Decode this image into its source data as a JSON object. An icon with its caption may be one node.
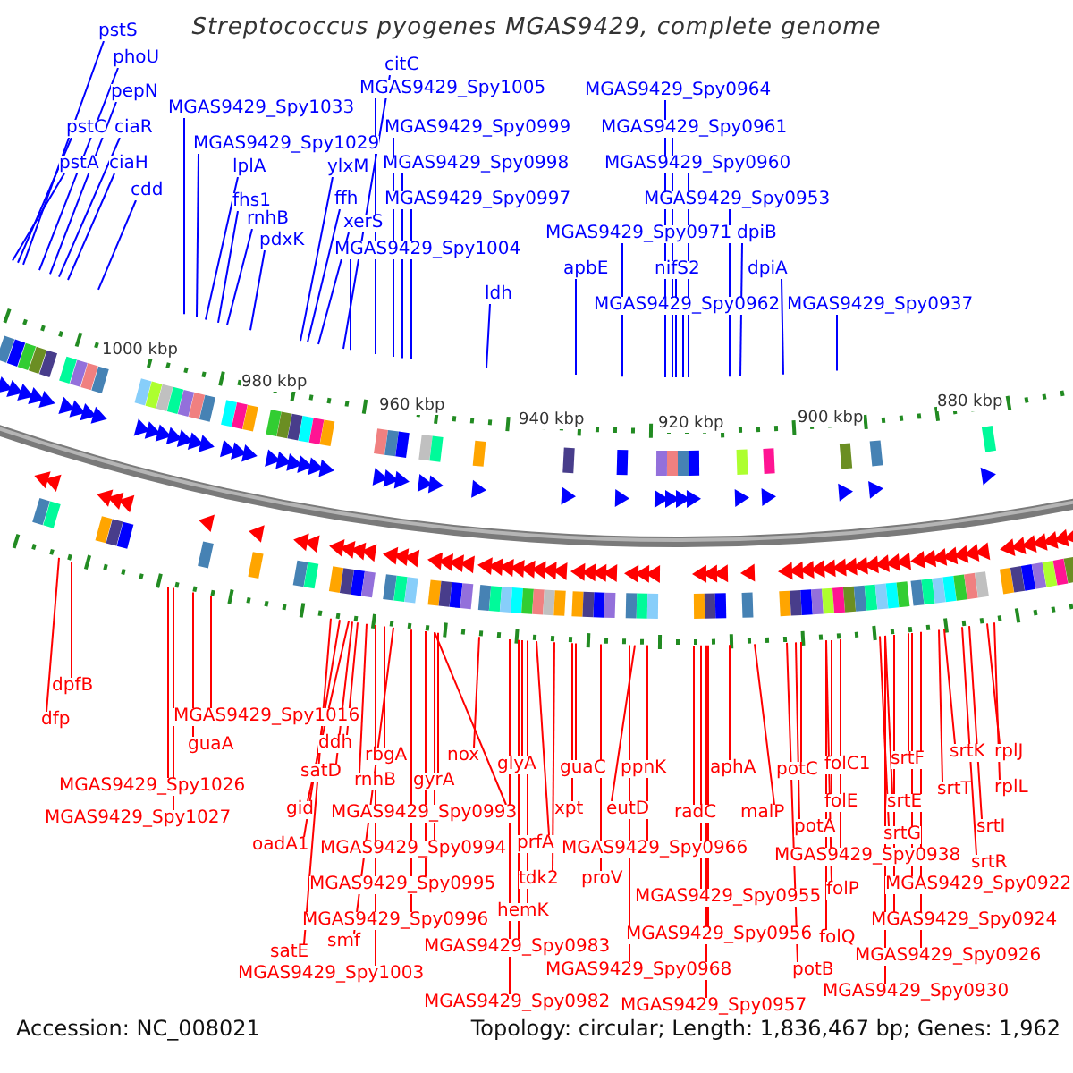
{
  "diagram": {
    "title": "Streptococcus pyogenes MGAS9429, complete genome",
    "nodes": [
      {
        "text": [
          "pstS"
        ]
      },
      {
        "text": [
          "phoU"
        ]
      },
      {
        "text": [
          "pepN"
        ]
      },
      {
        "text": [
          "pstC"
        ]
      },
      {
        "text": [
          "ciaR"
        ]
      },
      {
        "text": [
          "pstA"
        ]
      },
      {
        "text": [
          "ciaH"
        ]
      },
      {
        "text": [
          "cdd"
        ]
      },
      {
        "text": [
          "MGAS9429_Spy1033"
        ]
      },
      {
        "text": [
          "MGAS9429_Spy1029"
        ]
      },
      {
        "text": [
          "lplA"
        ]
      },
      {
        "text": [
          "fhs1"
        ]
      },
      {
        "text": [
          "rnhB"
        ]
      },
      {
        "text": [
          "pdxK"
        ]
      },
      {
        "text": [
          "ylxM"
        ]
      },
      {
        "text": [
          "ffh"
        ]
      },
      {
        "text": [
          "xerS"
        ]
      },
      {
        "text": [
          "citC"
        ]
      },
      {
        "text": [
          "MGAS9429_Spy1005"
        ]
      },
      {
        "text": [
          "MGAS9429_Spy0999"
        ]
      },
      {
        "text": [
          "MGAS9429_Spy0998"
        ]
      },
      {
        "text": [
          "MGAS9429_Spy0997"
        ]
      },
      {
        "text": [
          "MGAS9429_Spy1004"
        ]
      },
      {
        "text": [
          "ldh"
        ]
      },
      {
        "text": [
          "MGAS9429_Spy0964"
        ]
      },
      {
        "text": [
          "MGAS9429_Spy0961"
        ]
      },
      {
        "text": [
          "MGAS9429_Spy0960"
        ]
      },
      {
        "text": [
          "MGAS9429_Spy0953"
        ]
      },
      {
        "text": [
          "MGAS9429_Spy0971"
        ]
      },
      {
        "text": [
          "dpiB"
        ]
      },
      {
        "text": [
          "apbE"
        ]
      },
      {
        "text": [
          "nifS2"
        ]
      },
      {
        "text": [
          "dpiA"
        ]
      },
      {
        "text": [
          "MGAS9429_Spy0962"
        ]
      },
      {
        "text": [
          "MGAS9429_Spy0937"
        ]
      },
      {
        "text": [
          "dpfB"
        ]
      },
      {
        "text": [
          "dfp"
        ]
      },
      {
        "text": [
          "MGAS9429_Spy1016"
        ]
      },
      {
        "text": [
          "guaA"
        ]
      },
      {
        "text": [
          "MGAS9429_Spy1026"
        ]
      },
      {
        "text": [
          "MGAS9429_Spy1027"
        ]
      },
      {
        "text": [
          "ddh"
        ]
      },
      {
        "text": [
          "satD"
        ]
      },
      {
        "text": [
          "rbgA"
        ]
      },
      {
        "text": [
          "nox"
        ]
      },
      {
        "text": [
          "rnhB"
        ]
      },
      {
        "text": [
          "gyrA"
        ]
      },
      {
        "text": [
          "gid"
        ]
      },
      {
        "text": [
          "MGAS9429_Spy0993"
        ]
      },
      {
        "text": [
          "oadA1"
        ]
      },
      {
        "text": [
          "MGAS9429_Spy0994"
        ]
      },
      {
        "text": [
          "MGAS9429_Spy0995"
        ]
      },
      {
        "text": [
          "MGAS9429_Spy0996"
        ]
      },
      {
        "text": [
          "smf"
        ]
      },
      {
        "text": [
          "satE"
        ]
      },
      {
        "text": [
          "MGAS9429_Spy1003"
        ]
      },
      {
        "text": [
          "glyA"
        ]
      },
      {
        "text": [
          "guaC"
        ]
      },
      {
        "text": [
          "ppnK"
        ]
      },
      {
        "text": [
          "aphA"
        ]
      },
      {
        "text": [
          "xpt"
        ]
      },
      {
        "text": [
          "eutD"
        ]
      },
      {
        "text": [
          "radC"
        ]
      },
      {
        "text": [
          "malP"
        ]
      },
      {
        "text": [
          "prfA"
        ]
      },
      {
        "text": [
          "MGAS9429_Spy0966"
        ]
      },
      {
        "text": [
          "tdk2"
        ]
      },
      {
        "text": [
          "proV"
        ]
      },
      {
        "text": [
          "hemK"
        ]
      },
      {
        "text": [
          "MGAS9429_Spy0955"
        ]
      },
      {
        "text": [
          "MGAS9429_Spy0983"
        ]
      },
      {
        "text": [
          "MGAS9429_Spy0956"
        ]
      },
      {
        "text": [
          "MGAS9429_Spy0968"
        ]
      },
      {
        "text": [
          "MGAS9429_Spy0982"
        ]
      },
      {
        "text": [
          "MGAS9429_Spy0957"
        ]
      },
      {
        "text": [
          "potC"
        ]
      },
      {
        "text": [
          "folC1"
        ]
      },
      {
        "text": [
          "folE"
        ]
      },
      {
        "text": [
          "srtF"
        ]
      },
      {
        "text": [
          "srtE"
        ]
      },
      {
        "text": [
          "srtK"
        ]
      },
      {
        "text": [
          "srtT"
        ]
      },
      {
        "text": [
          "rplJ"
        ]
      },
      {
        "text": [
          "rplL"
        ]
      },
      {
        "text": [
          "potA"
        ]
      },
      {
        "text": [
          "srtG"
        ]
      },
      {
        "text": [
          "srtI"
        ]
      },
      {
        "text": [
          "MGAS9429_Spy0938"
        ]
      },
      {
        "text": [
          "srtR"
        ]
      },
      {
        "text": [
          "MGAS9429_Spy0922"
        ]
      },
      {
        "text": [
          "folP"
        ]
      },
      {
        "text": [
          "MGAS9429_Spy0924"
        ]
      },
      {
        "text": [
          "folQ"
        ]
      },
      {
        "text": [
          "MGAS9429_Spy0926"
        ]
      },
      {
        "text": [
          "potB"
        ]
      },
      {
        "text": [
          "MGAS9429_Spy0930"
        ]
      }
    ],
    "edges": [
      {
        "from": 0,
        "to": null,
        "arrow": "none",
        "color": "#0000ff"
      },
      {
        "from": 1,
        "to": null,
        "arrow": "none",
        "color": "#0000ff"
      },
      {
        "from": 2,
        "to": null,
        "arrow": "none",
        "color": "#0000ff"
      },
      {
        "from": 3,
        "to": null,
        "arrow": "none",
        "color": "#0000ff"
      },
      {
        "from": 4,
        "to": null,
        "arrow": "none",
        "color": "#0000ff"
      },
      {
        "from": 5,
        "to": null,
        "arrow": "none",
        "color": "#0000ff"
      },
      {
        "from": 6,
        "to": null,
        "arrow": "none",
        "color": "#0000ff"
      },
      {
        "from": 7,
        "to": null,
        "arrow": "none",
        "color": "#0000ff"
      },
      {
        "from": 8,
        "to": null,
        "arrow": "none",
        "color": "#0000ff"
      },
      {
        "from": 9,
        "to": null,
        "arrow": "none",
        "color": "#0000ff"
      },
      {
        "from": 10,
        "to": null,
        "arrow": "none",
        "color": "#0000ff"
      },
      {
        "from": 11,
        "to": null,
        "arrow": "none",
        "color": "#0000ff"
      },
      {
        "from": 12,
        "to": null,
        "arrow": "none",
        "color": "#0000ff"
      },
      {
        "from": 13,
        "to": null,
        "arrow": "none",
        "color": "#0000ff"
      },
      {
        "from": 14,
        "to": null,
        "arrow": "none",
        "color": "#0000ff"
      },
      {
        "from": 15,
        "to": null,
        "arrow": "none",
        "color": "#0000ff"
      },
      {
        "from": 16,
        "to": null,
        "arrow": "none",
        "color": "#0000ff"
      },
      {
        "from": 17,
        "to": null,
        "arrow": "none",
        "color": "#0000ff"
      },
      {
        "from": 18,
        "to": null,
        "arrow": "none",
        "color": "#0000ff"
      },
      {
        "from": 19,
        "to": null,
        "arrow": "none",
        "color": "#0000ff"
      },
      {
        "from": 20,
        "to": null,
        "arrow": "none",
        "color": "#0000ff"
      },
      {
        "from": 21,
        "to": null,
        "arrow": "none",
        "color": "#0000ff"
      },
      {
        "from": 22,
        "to": null,
        "arrow": "none",
        "color": "#0000ff"
      },
      {
        "from": 23,
        "to": null,
        "arrow": "none",
        "color": "#0000ff"
      },
      {
        "from": 24,
        "to": null,
        "arrow": "none",
        "color": "#0000ff"
      },
      {
        "from": 25,
        "to": null,
        "arrow": "none",
        "color": "#0000ff"
      },
      {
        "from": 26,
        "to": null,
        "arrow": "none",
        "color": "#0000ff"
      },
      {
        "from": 27,
        "to": null,
        "arrow": "none",
        "color": "#0000ff"
      },
      {
        "from": 28,
        "to": null,
        "arrow": "none",
        "color": "#0000ff"
      },
      {
        "from": 29,
        "to": null,
        "arrow": "none",
        "color": "#0000ff"
      },
      {
        "from": 30,
        "to": null,
        "arrow": "none",
        "color": "#0000ff"
      },
      {
        "from": 31,
        "to": null,
        "arrow": "none",
        "color": "#0000ff"
      },
      {
        "from": 32,
        "to": null,
        "arrow": "none",
        "color": "#0000ff"
      },
      {
        "from": 33,
        "to": null,
        "arrow": "none",
        "color": "#0000ff"
      },
      {
        "from": 34,
        "to": null,
        "arrow": "none",
        "color": "#0000ff"
      },
      {
        "from": 35,
        "to": null,
        "arrow": "none"
      },
      {
        "from": 36,
        "to": null,
        "arrow": "none"
      },
      {
        "from": 37,
        "to": null,
        "arrow": "none"
      },
      {
        "from": 38,
        "to": null,
        "arrow": "none"
      },
      {
        "from": 39,
        "to": null,
        "arrow": "none"
      },
      {
        "from": 40,
        "to": null,
        "arrow": "none"
      },
      {
        "from": 41,
        "to": null,
        "arrow": "none"
      },
      {
        "from": 42,
        "to": null,
        "arrow": "none"
      },
      {
        "from": 43,
        "to": null,
        "arrow": "none"
      },
      {
        "from": 44,
        "to": null,
        "arrow": "none"
      },
      {
        "from": 45,
        "to": null,
        "arrow": "none"
      },
      {
        "from": 46,
        "to": null,
        "arrow": "none"
      },
      {
        "from": 47,
        "to": null,
        "arrow": "none"
      },
      {
        "from": 48,
        "to": null,
        "arrow": "none"
      },
      {
        "from": 49,
        "to": null,
        "arrow": "none"
      },
      {
        "from": 50,
        "to": null,
        "arrow": "none"
      },
      {
        "from": 51,
        "to": null,
        "arrow": "none"
      },
      {
        "from": 52,
        "to": null,
        "arrow": "none"
      },
      {
        "from": 53,
        "to": null,
        "arrow": "none"
      },
      {
        "from": 54,
        "to": null,
        "arrow": "none"
      },
      {
        "from": 55,
        "to": null,
        "arrow": "none"
      },
      {
        "from": 56,
        "to": null,
        "arrow": "none"
      },
      {
        "from": 57,
        "to": null,
        "arrow": "none"
      },
      {
        "from": 58,
        "to": null,
        "arrow": "none"
      },
      {
        "from": 59,
        "to": null,
        "arrow": "none"
      },
      {
        "from": 60,
        "to": null,
        "arrow": "none"
      },
      {
        "from": 61,
        "to": null,
        "arrow": "none"
      },
      {
        "from": 62,
        "to": null,
        "arrow": "none"
      },
      {
        "from": 63,
        "to": null,
        "arrow": "none"
      },
      {
        "from": 64,
        "to": null,
        "arrow": "none"
      },
      {
        "from": 65,
        "to": null,
        "arrow": "none"
      },
      {
        "from": 66,
        "to": null,
        "arrow": "none"
      },
      {
        "from": 67,
        "to": null,
        "arrow": "none"
      },
      {
        "from": 68,
        "to": null,
        "arrow": "none"
      },
      {
        "from": 69,
        "to": null,
        "arrow": "none"
      },
      {
        "from": 70,
        "to": null,
        "arrow": "none"
      },
      {
        "from": 71,
        "to": null,
        "arrow": "none"
      },
      {
        "from": 72,
        "to": null,
        "arrow": "none"
      },
      {
        "from": 73,
        "to": null,
        "arrow": "none"
      },
      {
        "from": 74,
        "to": null,
        "arrow": "none"
      },
      {
        "from": 75,
        "to": null,
        "arrow": "none"
      },
      {
        "from": 76,
        "to": null,
        "arrow": "none"
      },
      {
        "from": 77,
        "to": null,
        "arrow": "none"
      },
      {
        "from": 78,
        "to": null,
        "arrow": "none"
      },
      {
        "from": 79,
        "to": null,
        "arrow": "none"
      },
      {
        "from": 80,
        "to": null,
        "arrow": "none"
      },
      {
        "from": 81,
        "to": null,
        "arrow": "none"
      },
      {
        "from": 82,
        "to": null,
        "arrow": "none"
      },
      {
        "from": 83,
        "to": null,
        "arrow": "none"
      },
      {
        "from": 84,
        "to": null,
        "arrow": "none"
      },
      {
        "from": 85,
        "to": null,
        "arrow": "none"
      },
      {
        "from": 86,
        "to": null,
        "arrow": "none"
      },
      {
        "from": 87,
        "to": null,
        "arrow": "none"
      },
      {
        "from": 88,
        "to": null,
        "arrow": "none"
      },
      {
        "from": 89,
        "to": null,
        "arrow": "none"
      },
      {
        "from": 90,
        "to": null,
        "arrow": "none"
      },
      {
        "from": 91,
        "to": null,
        "arrow": "none"
      },
      {
        "from": 92,
        "to": null,
        "arrow": "none"
      },
      {
        "from": 93,
        "to": null,
        "arrow": "none"
      },
      {
        "from": 94,
        "to": null,
        "arrow": "none"
      },
      {
        "from": 95,
        "to": null,
        "arrow": "none"
      }
    ],
    "labels": [
      "1000 kbp",
      "980 kbp",
      "960 kbp",
      "940 kbp",
      "920 kbp",
      "900 kbp",
      "880 kbp",
      "Accession: NC_008021",
      "Topology: circular; Length: 1,836,467 bp; Genes: 1,962"
    ]
  }
}
